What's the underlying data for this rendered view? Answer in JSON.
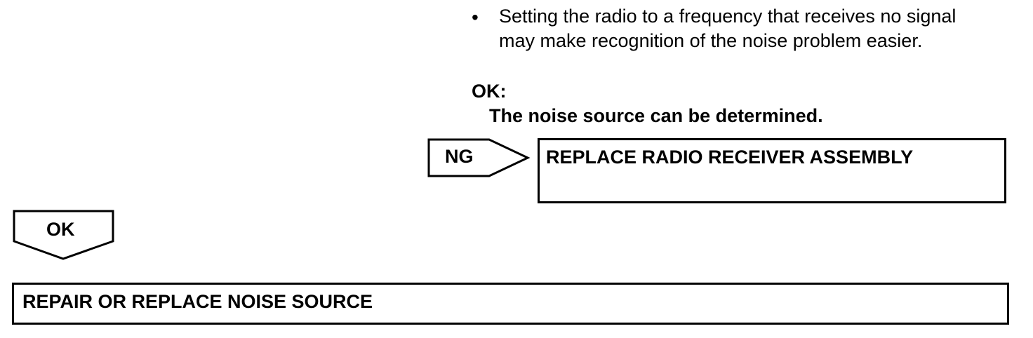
{
  "note": {
    "bullet": "•",
    "text": "Setting the radio to a frequency that receives no signal may make recognition of the noise problem easier."
  },
  "ok_condition": {
    "label": "OK:",
    "detail": "The noise source can be determined."
  },
  "ng_branch": {
    "label": "NG",
    "action": "REPLACE RADIO RECEIVER ASSEMBLY"
  },
  "ok_branch": {
    "label": "OK",
    "action": "REPAIR OR REPLACE NOISE SOURCE"
  }
}
